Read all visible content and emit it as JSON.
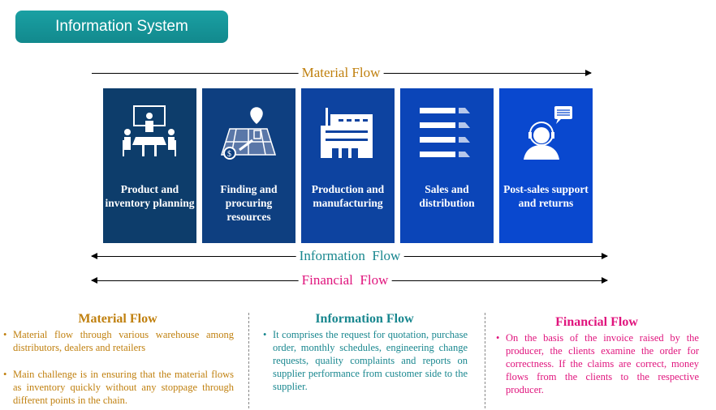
{
  "title": "Information System",
  "flows": {
    "material": "Material Flow",
    "information": "Information  Flow",
    "financial": "Financial  Flow"
  },
  "colors": {
    "material": "#c0800f",
    "information": "#19878f",
    "financial": "#e0147d"
  },
  "stages": [
    {
      "label": "Product and inventory planning",
      "icon": "meeting-icon",
      "color": "#0d3d6b"
    },
    {
      "label": "Finding and procuring resources",
      "icon": "map-location-icon",
      "color": "#0e3f80"
    },
    {
      "label": "Production and manufacturing",
      "icon": "factory-icon",
      "color": "#0d43a0"
    },
    {
      "label": "Sales and distribution",
      "icon": "trucks-icon",
      "color": "#0b45b8"
    },
    {
      "label": "Post-sales support and returns",
      "icon": "support-agent-icon",
      "color": "#0948cf"
    }
  ],
  "columns": {
    "material": {
      "heading": "Material Flow",
      "bullets": [
        "Material flow through various warehouse among distributors, dealers and retailers",
        "Main challenge is in ensuring that the material flows as inventory quickly without any stoppage through different points in the chain."
      ]
    },
    "information": {
      "heading": "Information Flow",
      "bullets": [
        "It comprises the request for quotation, purchase order, monthly schedules, engineering change requests, quality complaints and reports on supplier performance from customer side to the supplier."
      ]
    },
    "financial": {
      "heading": "Financial Flow",
      "bullets": [
        "On the basis of the invoice raised by the producer, the clients examine the order for correctness. If the claims are correct, money flows from the clients to the respective producer."
      ]
    }
  }
}
